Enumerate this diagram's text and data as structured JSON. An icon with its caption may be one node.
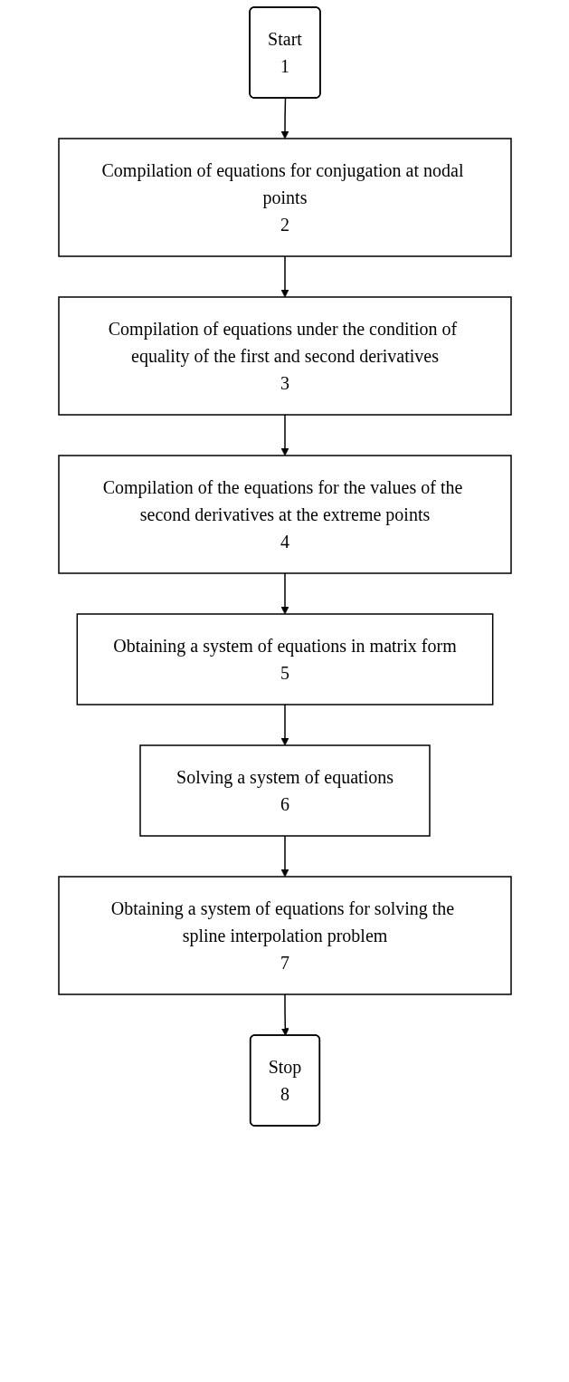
{
  "diagram": {
    "nodes": [
      {
        "text": [
          "Start",
          "1"
        ]
      },
      {
        "text": [
          "Compilation of equations for conjugation at nodal points",
          "2"
        ]
      },
      {
        "text": [
          "Compilation of equations under the condition of equality of the first and second derivatives",
          "3"
        ]
      },
      {
        "text": [
          "Compilation of the equations for the values of the second derivatives at the extreme points",
          "4"
        ]
      },
      {
        "text": [
          "Obtaining a system of equations in matrix form",
          "5"
        ]
      },
      {
        "text": [
          "Solving a system of equations",
          "6"
        ]
      },
      {
        "text": [
          "Obtaining a system of equations for solving the spline interpolation problem",
          "7"
        ]
      },
      {
        "text": [
          "Stop",
          "8"
        ]
      }
    ],
    "edges": [
      {
        "from": 0,
        "to": 1,
        "arrow": "to"
      },
      {
        "from": 1,
        "to": 2,
        "arrow": "to"
      },
      {
        "from": 2,
        "to": 3,
        "arrow": "to"
      },
      {
        "from": 3,
        "to": 4,
        "arrow": "to"
      },
      {
        "from": 4,
        "to": 5,
        "arrow": "to"
      },
      {
        "from": 5,
        "to": 6,
        "arrow": "to"
      },
      {
        "from": 6,
        "to": 7,
        "arrow": "to"
      }
    ]
  }
}
